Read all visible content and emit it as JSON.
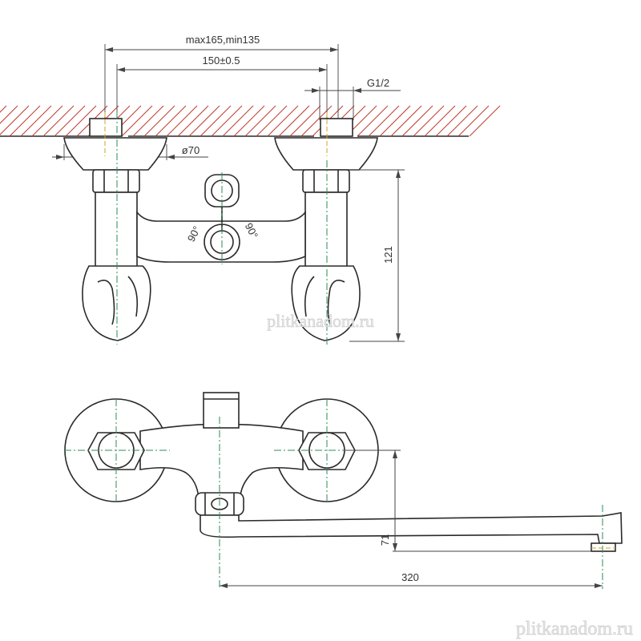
{
  "dimensions": {
    "span_range": "max165,min135",
    "center_distance": "150±0.5",
    "thread": "G1/2",
    "flange_diameter": "ø70",
    "height": "121",
    "spout_height": "71",
    "spout_reach": "320",
    "angle_left": "90°",
    "angle_right": "90°"
  },
  "watermarks": {
    "center": "plitkanadom.ru",
    "bottom_right": "plitkanadom.ru"
  },
  "colors": {
    "outline": "#2a2a2a",
    "wall_hatch": "#c0392b",
    "center_axis": "#2e8b57",
    "thread_axis": "#d4a017"
  }
}
